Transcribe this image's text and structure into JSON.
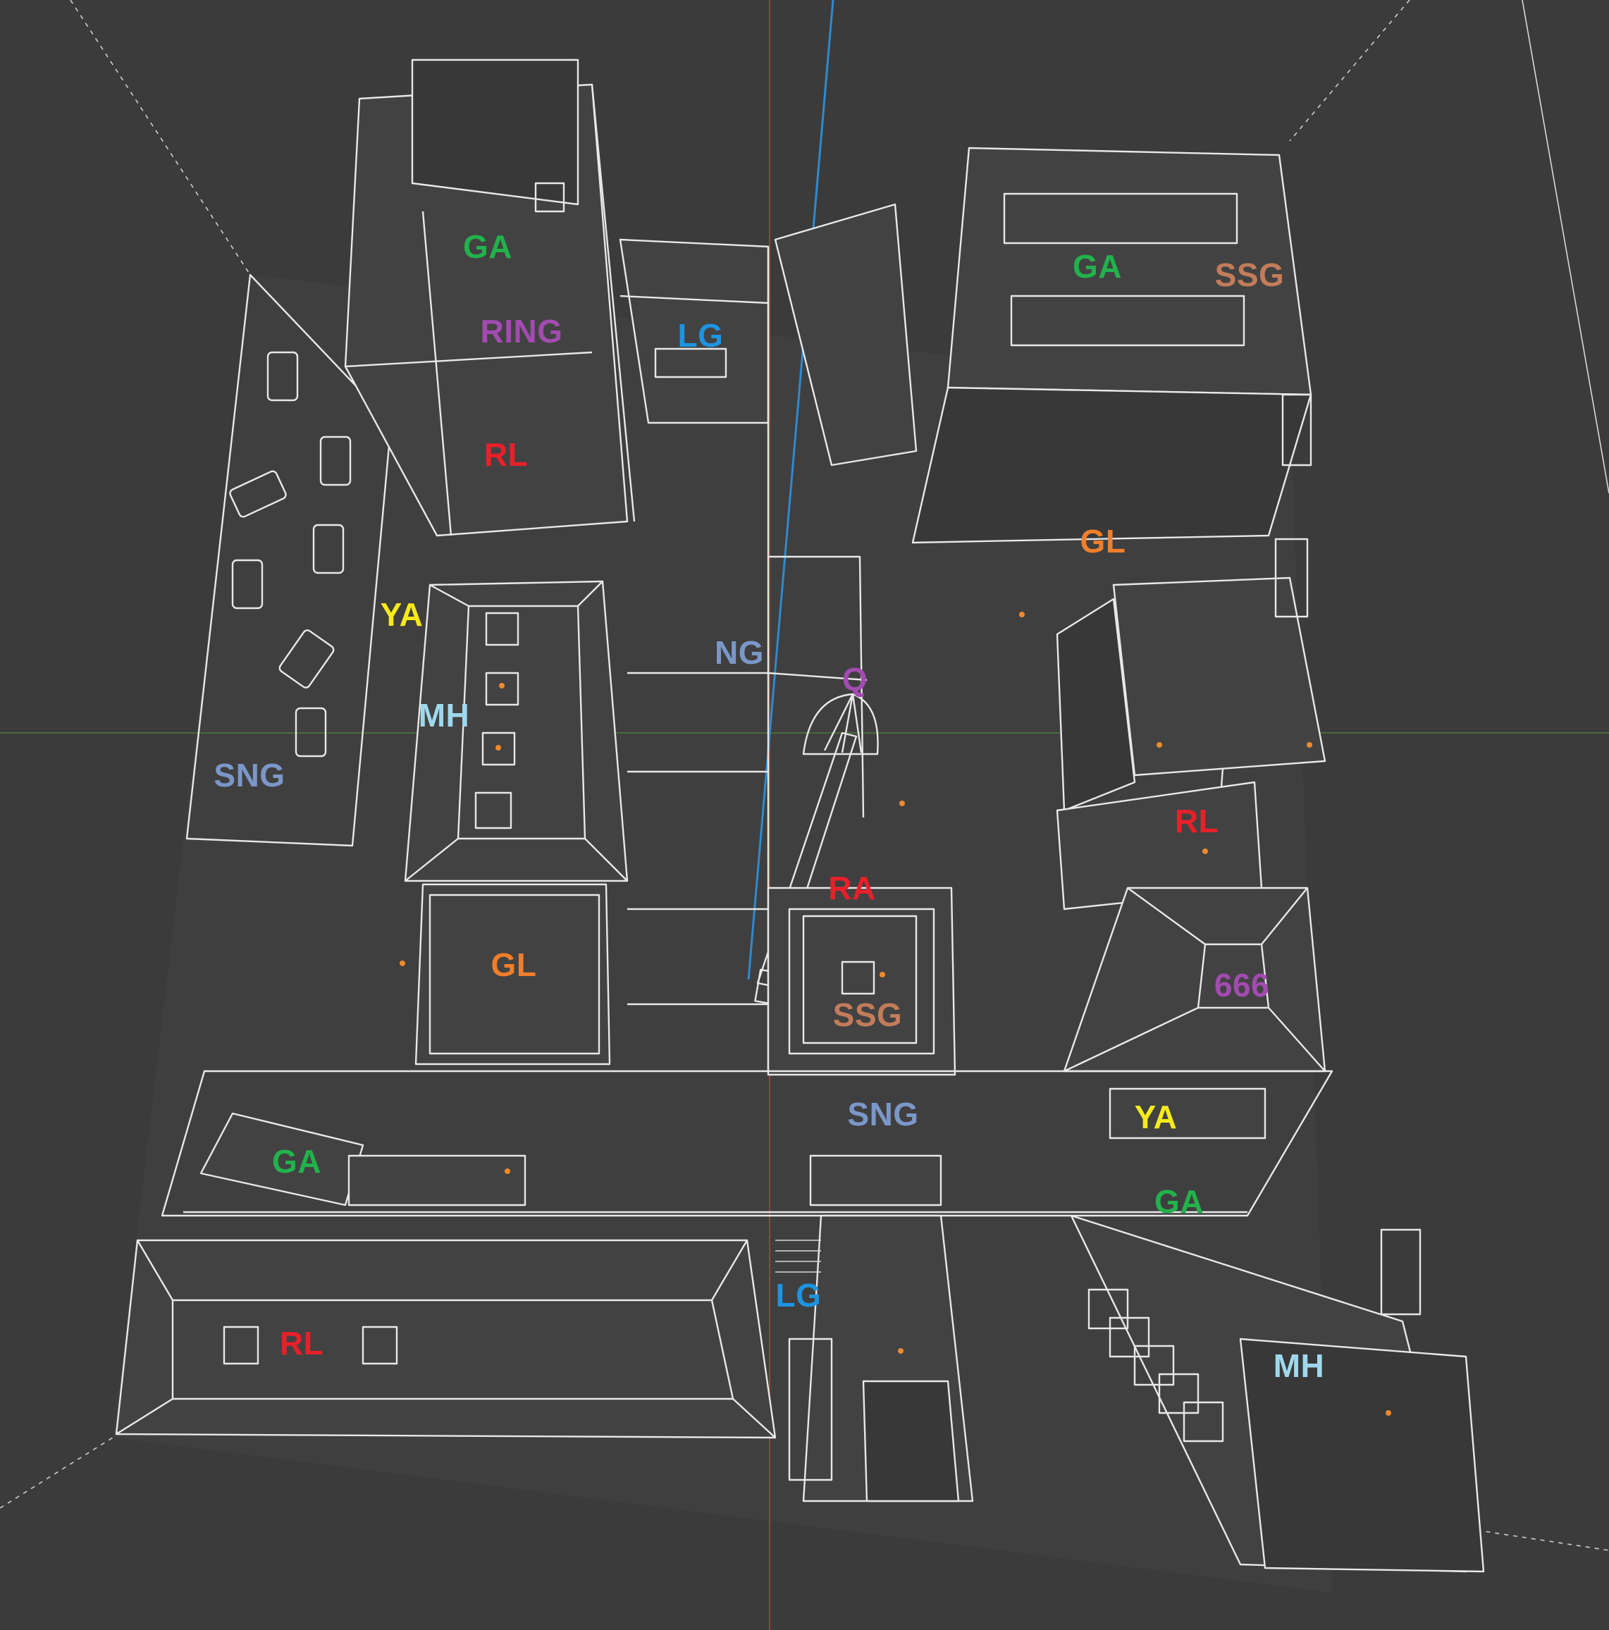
{
  "colors": {
    "background": "#3b3b3b",
    "ga": "#22b24c",
    "ring": "#a24bb0",
    "lg": "#1e94e0",
    "rl": "#e8202a",
    "ssg": "#c27c5a",
    "gl": "#f07e2a",
    "ya": "#f6ea1a",
    "mh": "#9fd8ec",
    "ng": "#7b97c8",
    "sng": "#7b97c8",
    "q": "#a24bb0",
    "ra": "#e8202a",
    "pent": "#a24bb0"
  },
  "items": [
    {
      "id": "ga-1",
      "text": "GA",
      "kind": "ga"
    },
    {
      "id": "ring-1",
      "text": "RING",
      "kind": "ring"
    },
    {
      "id": "lg-1",
      "text": "LG",
      "kind": "lg"
    },
    {
      "id": "rl-1",
      "text": "RL",
      "kind": "rl"
    },
    {
      "id": "ga-2",
      "text": "GA",
      "kind": "ga"
    },
    {
      "id": "ssg-1",
      "text": "SSG",
      "kind": "ssg"
    },
    {
      "id": "gl-1",
      "text": "GL",
      "kind": "gl"
    },
    {
      "id": "ya-1",
      "text": "YA",
      "kind": "ya"
    },
    {
      "id": "ng-1",
      "text": "NG",
      "kind": "ng"
    },
    {
      "id": "q-1",
      "text": "Q",
      "kind": "q"
    },
    {
      "id": "mh-1",
      "text": "MH",
      "kind": "mh"
    },
    {
      "id": "sng-1",
      "text": "SNG",
      "kind": "sng"
    },
    {
      "id": "rl-2",
      "text": "RL",
      "kind": "rl"
    },
    {
      "id": "ra-1",
      "text": "RA",
      "kind": "ra"
    },
    {
      "id": "gl-2",
      "text": "GL",
      "kind": "gl"
    },
    {
      "id": "ssg-2",
      "text": "SSG",
      "kind": "ssg"
    },
    {
      "id": "pent-1",
      "text": "666",
      "kind": "pent"
    },
    {
      "id": "sng-2",
      "text": "SNG",
      "kind": "sng"
    },
    {
      "id": "ya-2",
      "text": "YA",
      "kind": "ya"
    },
    {
      "id": "ga-3",
      "text": "GA",
      "kind": "ga"
    },
    {
      "id": "ga-4",
      "text": "GA",
      "kind": "ga"
    },
    {
      "id": "lg-2",
      "text": "LG",
      "kind": "lg"
    },
    {
      "id": "rl-3",
      "text": "RL",
      "kind": "rl"
    },
    {
      "id": "mh-2",
      "text": "MH",
      "kind": "mh"
    }
  ]
}
